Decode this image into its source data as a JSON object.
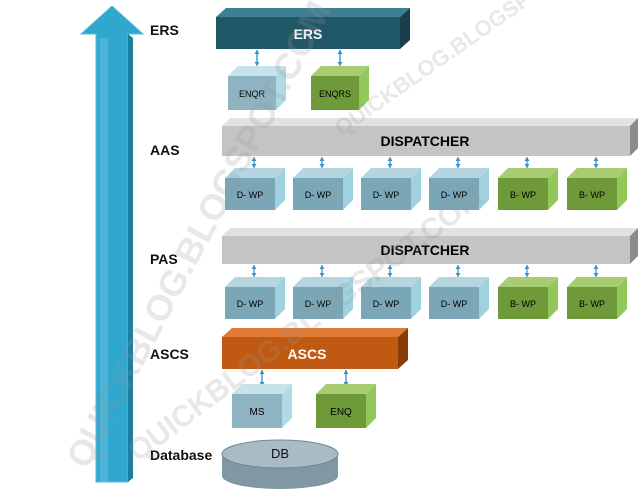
{
  "rows": {
    "ers": "ERS",
    "aas": "AAS",
    "pas": "PAS",
    "ascs": "ASCS",
    "database": "Database"
  },
  "ers_bar": "ERS",
  "ers_boxes": [
    "ENQR",
    "ENQRS"
  ],
  "aas_dispatcher": "DISPATCHER",
  "pas_dispatcher": "DISPATCHER",
  "work_processes": [
    "D- WP",
    "D- WP",
    "D- WP",
    "D- WP",
    "B- WP",
    "B- WP"
  ],
  "ascs_bar": "ASCS",
  "ascs_boxes": [
    "MS",
    "ENQ"
  ],
  "db_label": "DB",
  "watermark": "QUICKBLOG.BLOGSPOT.COM",
  "colors": {
    "arrow": "#2fa7cf",
    "ers_bar": "#215868",
    "dispatcher": "#bfbfbf",
    "dialog_wp": "#7aa6b6",
    "batch_wp": "#6f9a3a",
    "ascs_bar": "#c05a12",
    "db": "#9fb4bf",
    "connector": "#3a8fc7"
  }
}
